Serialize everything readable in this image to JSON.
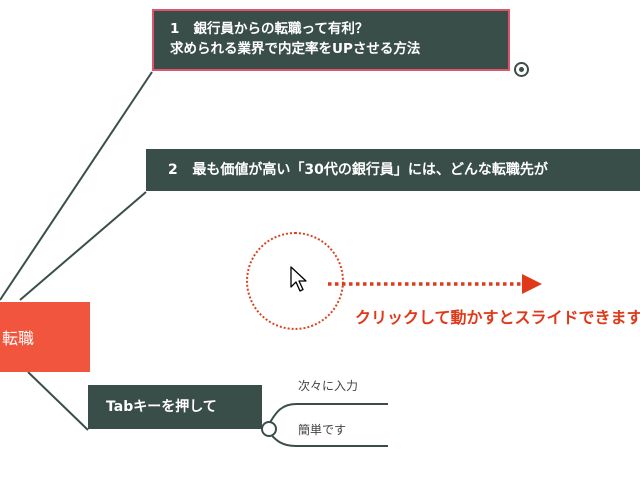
{
  "mindmap": {
    "root": {
      "label": "転職"
    },
    "topics": [
      {
        "number": "1",
        "line1": "銀行員からの転職って有利？",
        "line2": "求められる業界で内定率をUPさせる方法"
      },
      {
        "number": "2",
        "title": "最も価値が高い「30代の銀行員」には、どんな転職先が"
      },
      {
        "title": "Tabキーを押して"
      }
    ],
    "subtopics": [
      {
        "label": "次々に入力"
      },
      {
        "label": "簡単です"
      }
    ]
  },
  "hint": {
    "text": "クリックして動かすとスライドできます"
  },
  "colors": {
    "node_bg": "#3a4e49",
    "root_bg": "#f2553e",
    "selected_border": "#e0556e",
    "hint_color": "#e0391a"
  },
  "icons": [
    "expand-toggle-icon",
    "collapse-toggle-icon",
    "mouse-cursor-icon",
    "arrow-right-icon"
  ]
}
